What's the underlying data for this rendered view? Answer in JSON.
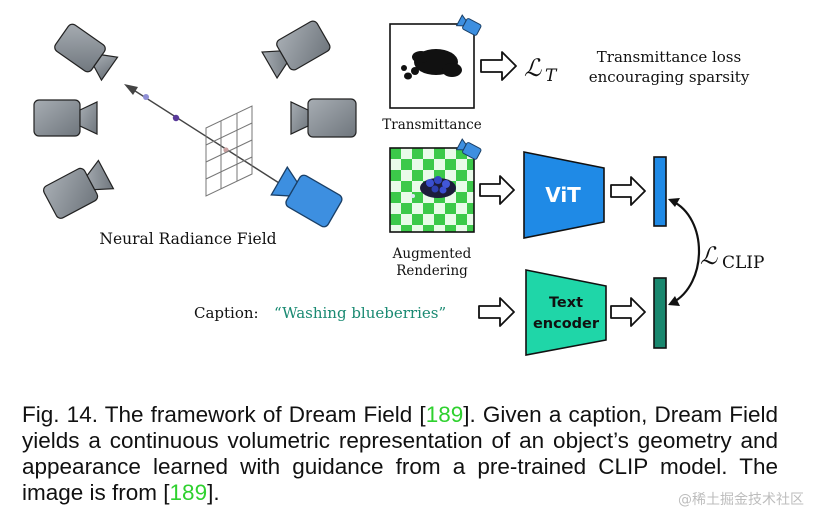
{
  "figure": {
    "nerf_label": "Neural Radiance Field",
    "transmittance_label": "Transmittance",
    "loss_t_symbol": "ℒ",
    "loss_t_subscript": "T",
    "transmittance_loss_line1": "Transmittance loss",
    "transmittance_loss_line2": "encouraging sparsity",
    "augmented_line1": "Augmented",
    "augmented_line2": "Rendering",
    "vit_label": "ViT",
    "text_encoder_line1": "Text",
    "text_encoder_line2": "encoder",
    "loss_clip_symbol": "ℒ",
    "loss_clip_subscript": "CLIP",
    "caption_prefix": "Caption:",
    "caption_text": "“Washing blueberries”",
    "colors": {
      "camera_gray": "#8e959c",
      "camera_blue": "#3d8fe0",
      "vit_blue": "#1f8ae6",
      "text_encoder_teal": "#1fd6a8",
      "caption_teal": "#1a8a72",
      "checker_green": "#3cc94a",
      "citation_green": "#2fd12f"
    }
  },
  "caption": {
    "part1": "Fig. 14.  The framework of Dream Field [",
    "cite1": "189",
    "part2": "]. Given a caption, Dream Field yields a continuous volumetric representation of an object’s geometry and appearance learned with guidance from a pre-trained CLIP model. The image is from [",
    "cite2": "189",
    "part3": "]."
  },
  "watermark": "@稀土掘金技术社区"
}
